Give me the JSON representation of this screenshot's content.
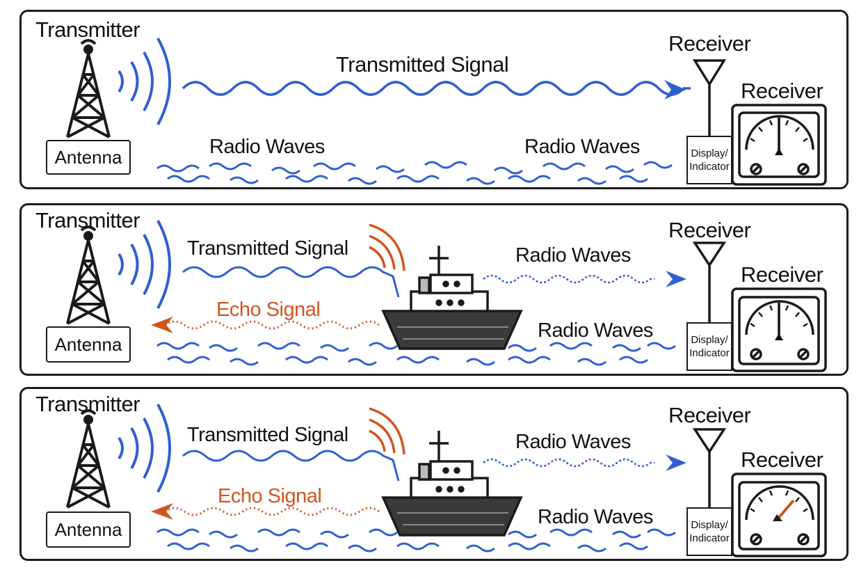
{
  "panels": [
    {
      "transmitter_label": "Transmitter",
      "antenna_label": "Antenna",
      "transmitted_signal_label": "Transmitted Signal",
      "radio_waves_left_label": "Radio Waves",
      "radio_waves_right_label": "Radio Waves",
      "receiver_antenna_label": "Receiver",
      "receiver_unit_label": "Receiver",
      "display_label_line1": "Display/",
      "display_label_line2": "Indicator",
      "has_ship": false,
      "needle_color": "#111111"
    },
    {
      "transmitter_label": "Transmitter",
      "antenna_label": "Antenna",
      "transmitted_signal_label": "Transmitted Signal",
      "echo_signal_label": "Echo Signal",
      "radio_waves_upper_label": "Radio Waves",
      "radio_waves_lower_label": "Radio Waves",
      "receiver_antenna_label": "Receiver",
      "receiver_unit_label": "Receiver",
      "display_label_line1": "Display/",
      "display_label_line2": "Indicator",
      "has_ship": true,
      "needle_color": "#111111"
    },
    {
      "transmitter_label": "Transmitter",
      "antenna_label": "Antenna",
      "transmitted_signal_label": "Transmitted Signal",
      "echo_signal_label": "Echo Signal",
      "radio_waves_upper_label": "Radio Waves",
      "radio_waves_lower_label": "Radio Waves",
      "receiver_antenna_label": "Receiver",
      "receiver_unit_label": "Receiver",
      "display_label_line1": "Display/",
      "display_label_line2": "Indicator",
      "has_ship": true,
      "needle_color": "#d2541b"
    }
  ],
  "colors": {
    "signal_blue": "#2f5fd0",
    "echo_orange": "#d2541b",
    "ink": "#1a1a1a"
  }
}
